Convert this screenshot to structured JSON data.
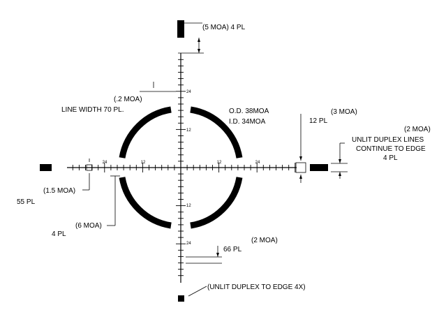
{
  "diagram": {
    "center_ticks": {
      "horizontal_left": [
        "24",
        "12"
      ],
      "horizontal_right": [
        "12",
        "24"
      ],
      "vertical_top": [
        "24",
        "12"
      ],
      "vertical_bottom": [
        "12",
        "24"
      ]
    },
    "labels": {
      "top_post": "(5 MOA) 4 PL",
      "line_width_moa": "(.2 MOA)",
      "line_width": "LINE WIDTH 70 PL.",
      "outer_diameter": "O.D. 38MOA",
      "inner_diameter": "I.D. 34MOA",
      "right_gap_pl": "12 PL",
      "right_gap_moa": "(3 MOA)",
      "unlit_moa": "(2 MOA)",
      "unlit_line1": "UNLIT DUPLEX LINES",
      "unlit_line2": "CONTINUE TO EDGE",
      "unlit_pl": "4 PL",
      "left_moa": "(1.5 MOA)",
      "left_pl": "55 PL",
      "left_6moa": "(6 MOA)",
      "left_4pl": "4 PL",
      "bottom_pl": "66 PL",
      "bottom_moa": "(2 MOA)",
      "bottom_edge": "(UNLIT DUPLEX TO EDGE 4X)"
    }
  }
}
